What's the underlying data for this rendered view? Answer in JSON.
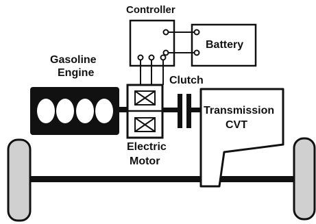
{
  "labels": {
    "controller": "Controller",
    "battery": "Battery",
    "engine_line1": "Gasoline",
    "engine_line2": "Engine",
    "clutch": "Clutch",
    "transmission_line1": "Transmission",
    "transmission_line2": "CVT",
    "motor_line1": "Electric",
    "motor_line2": "Motor"
  },
  "colors": {
    "ink": "#111111",
    "wheel": "#d0d0d0",
    "background": "#ffffff"
  }
}
